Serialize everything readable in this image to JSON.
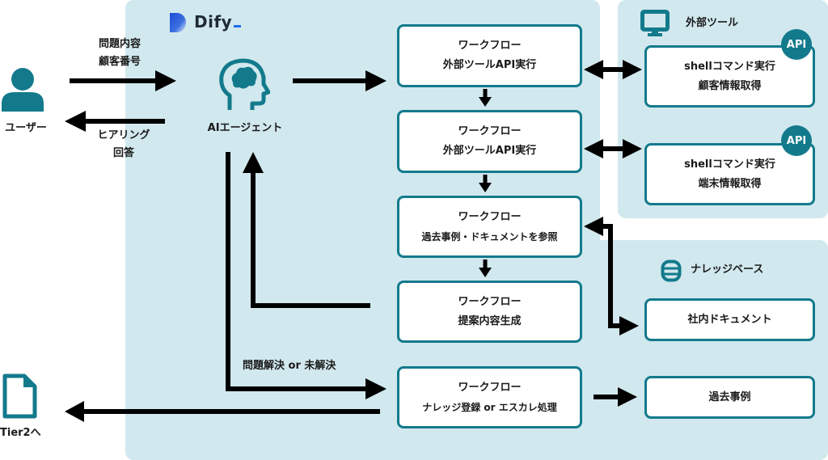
{
  "brand": {
    "name": "Dify",
    "accent": "#1f6feb"
  },
  "colors": {
    "panel": "#d1e8ee",
    "teal": "#137a8c",
    "arrow": "#000000"
  },
  "user": {
    "label": "ユーザー",
    "icon": "person-icon"
  },
  "tier2": {
    "label": "Tier2へ",
    "icon": "document-icon"
  },
  "agent": {
    "label": "AIエージェント",
    "icon": "ai-head-icon"
  },
  "arrows": {
    "request_line1": "問題内容",
    "request_line2": "顧客番号",
    "response_line1": "ヒアリング",
    "response_line2": "回答",
    "resolution": "問題解決 or 未解決"
  },
  "workflows": [
    {
      "title": "ワークフロー",
      "subtitle": "外部ツールAPI実行"
    },
    {
      "title": "ワークフロー",
      "subtitle": "外部ツールAPI実行"
    },
    {
      "title": "ワークフロー",
      "subtitle": "過去事例・ドキュメントを参照"
    },
    {
      "title": "ワークフロー",
      "subtitle": "提案内容生成"
    },
    {
      "title": "ワークフロー",
      "subtitle": "ナレッジ登録 or エスカレ処理"
    }
  ],
  "external_tools": {
    "title": "外部ツール",
    "icon": "monitor-icon",
    "items": [
      {
        "badge": "API",
        "line1": "shellコマンド実行",
        "line2": "顧客情報取得"
      },
      {
        "badge": "API",
        "line1": "shellコマンド実行",
        "line2": "端末情報取得"
      }
    ]
  },
  "knowledge_base": {
    "title": "ナレッジベース",
    "icon": "database-icon",
    "items": [
      {
        "label": "社内ドキュメント"
      },
      {
        "label": "過去事例"
      }
    ]
  }
}
